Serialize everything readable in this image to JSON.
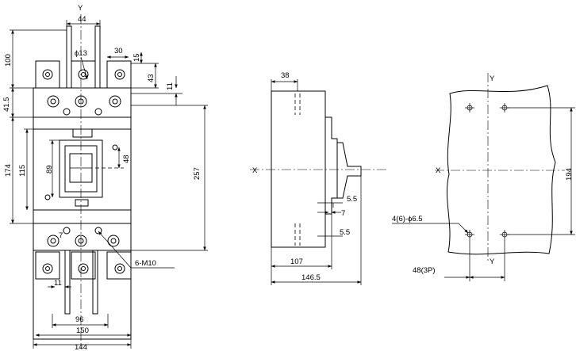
{
  "front_view": {
    "axis_y": "Y",
    "dims": {
      "top_width": "44",
      "hole_dia": "ϕ13",
      "terminal_offset": "30",
      "small_15": "15",
      "height_100": "100",
      "dim_43": "43",
      "dim_11_top": "11",
      "dim_41_5": "41.5",
      "dim_174": "174",
      "dim_115": "115",
      "dim_89": "89",
      "dim_48": "48",
      "dim_257": "257",
      "dim_7": "7",
      "dim_11_bottom": "11",
      "dim_96": "96",
      "dim_150": "150",
      "dim_144": "144",
      "thread_callout": "6-M10"
    }
  },
  "side_view": {
    "axis_x": "X",
    "dims": {
      "dim_38": "38",
      "dim_5_5_a": "5.5",
      "dim_7": "7",
      "dim_5_5_b": "5.5",
      "dim_107": "107",
      "dim_146_5": "146.5"
    }
  },
  "panel_view": {
    "axis_x": "X",
    "axis_y_top": "Y",
    "axis_y_bottom": "Y",
    "dims": {
      "hole_callout": "4(6)-ϕ6.5",
      "dim_194": "194",
      "dim_48_3p": "48(3P)"
    }
  }
}
